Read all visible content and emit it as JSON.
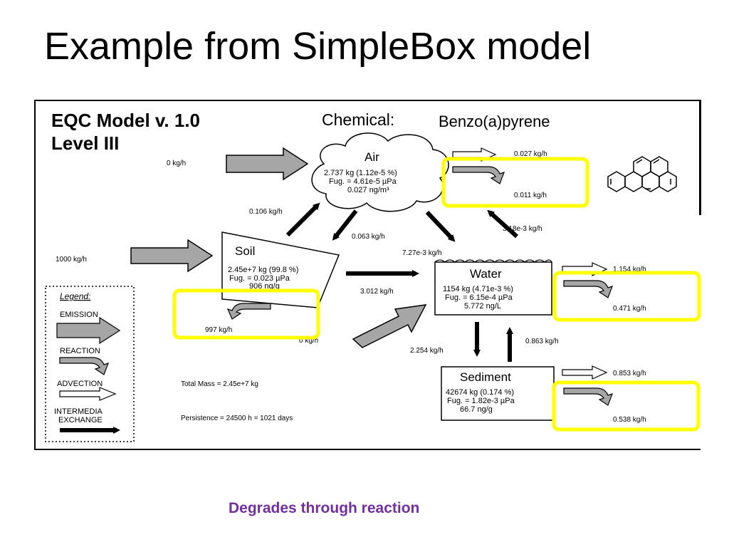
{
  "slide": {
    "title": "Example from SimpleBox model",
    "caption": "Degrades through reaction"
  },
  "header": {
    "model_line": "EQC Model v. 1.0",
    "level_line": "Level III",
    "chemical_label": "Chemical:",
    "chemical_name": "Benzo(a)pyrene"
  },
  "compartments": {
    "air": {
      "name": "Air",
      "mass": "2.737 kg (1.12e-5 %)",
      "fug": "Fug. = 4.61e-5 µPa",
      "conc": "0.027 ng/m³"
    },
    "soil": {
      "name": "Soil",
      "mass": "2.45e+7 kg (99.8 %)",
      "fug": "Fug. = 0.023 µPa",
      "conc": "906 ng/g"
    },
    "water": {
      "name": "Water",
      "mass": "1154 kg (4.71e-3 %)",
      "fug": "Fug. = 6.15e-4 µPa",
      "conc": "5.772 ng/L"
    },
    "sediment": {
      "name": "Sediment",
      "mass": "42674 kg (0.174 %)",
      "fug": "Fug. = 1.82e-3 µPa",
      "conc": "66.7 ng/g"
    }
  },
  "flows": {
    "air_emission": "0 kg/h",
    "soil_emission": "1000 kg/h",
    "water_emission": "0 kg/h",
    "air_advection": "0.027 kg/h",
    "air_reaction": "0.011 kg/h",
    "air_to_soil": "0.106 kg/h",
    "soil_to_air": "0.063 kg/h",
    "air_to_water": "7.27e-3 kg/h",
    "water_to_air": "3.18e-3 kg/h",
    "soil_to_water": "3.012 kg/h",
    "soil_reaction": "997 kg/h",
    "water_advection": "1.154 kg/h",
    "water_reaction": "0.471 kg/h",
    "water_to_sediment": "2.254 kg/h",
    "sediment_to_water": "0.863 kg/h",
    "sediment_advection": "0.853 kg/h",
    "sediment_reaction": "0.538 kg/h"
  },
  "legend": {
    "title": "Legend:",
    "emission": "EMISSION",
    "reaction": "REACTION",
    "advection": "ADVECTION",
    "intermedia_1": "INTERMEDIA",
    "intermedia_2": "EXCHANGE"
  },
  "totals": {
    "total_mass": "Total Mass  =  2.45e+7 kg",
    "persistence": "Persistence  =  24500 h  =  1021 days"
  },
  "colors": {
    "highlight": "#ffff00",
    "caption": "#7030a0",
    "arrow_fill": "#a6a6a6"
  }
}
